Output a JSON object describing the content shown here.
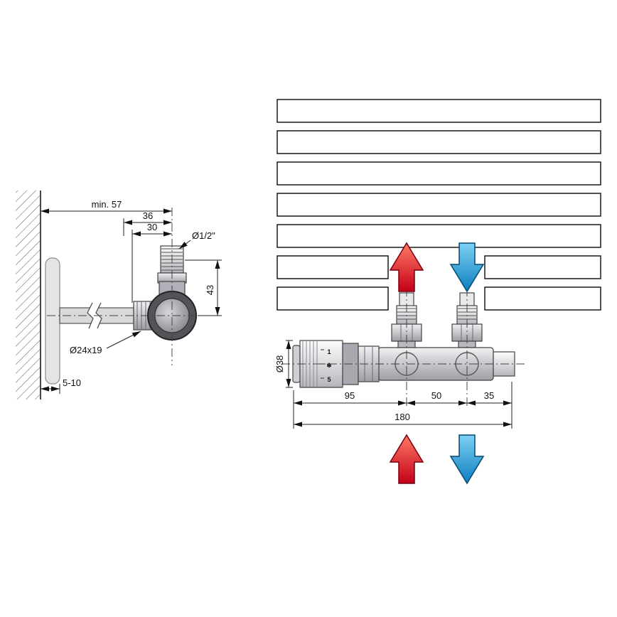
{
  "colors": {
    "hot_flow": "#d1001c",
    "cold_flow": "#0d7fc0",
    "line": "#1a1a1a",
    "metal_light": "#dcdcdf",
    "metal_dark": "#77777e"
  },
  "left_view": {
    "dims": {
      "wall_offset": "min. 57",
      "width_36": "36",
      "width_30": "30",
      "thread_size": "Ø1/2\"",
      "height_43": "43",
      "nut_size": "Ø24x19",
      "wall_gap": "5-10"
    }
  },
  "right_view": {
    "dims": {
      "head_diameter": "Ø38",
      "span_95": "95",
      "span_50": "50",
      "span_35": "35",
      "total_180": "180"
    },
    "head_scale": {
      "mark_1": "1",
      "mark_frost": "❄",
      "mark_5": "5"
    }
  }
}
